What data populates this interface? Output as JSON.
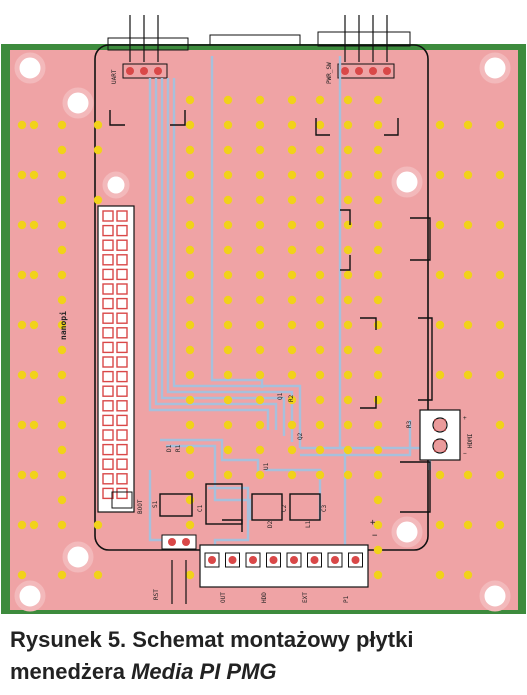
{
  "figure": {
    "caption_prefix": "Rysunek 5. Schemat montażowy płytki menedżera",
    "caption_title": "Media PI PMG"
  },
  "silkscreen": {
    "uart": "UART",
    "pwr_sw": "PWR_SW",
    "rst": "RST",
    "boot": "BOOT",
    "brand": "nanopi",
    "hdmi_conn": "HDMI",
    "c1": "C1",
    "c2": "C2",
    "c3": "C3",
    "d1": "D1",
    "d2": "D2",
    "r1": "R1",
    "r2": "R2",
    "r3": "R3",
    "u1": "U1",
    "l1": "L1",
    "q1": "Q1",
    "q2": "Q2",
    "s1": "S1",
    "plus": "+",
    "minus": "−",
    "plus2": "+",
    "minus2": "−",
    "bottom_labels": [
      "OUT",
      "HDD",
      "EXT",
      "P1"
    ]
  },
  "colors": {
    "board_green": "#3d8b3d",
    "pour_pink": "#efa3a5",
    "pad_yellow": "#f1d21a",
    "trace_blue": "#a7c0dc",
    "outline_black": "#111111",
    "pin_red": "#d94848"
  }
}
